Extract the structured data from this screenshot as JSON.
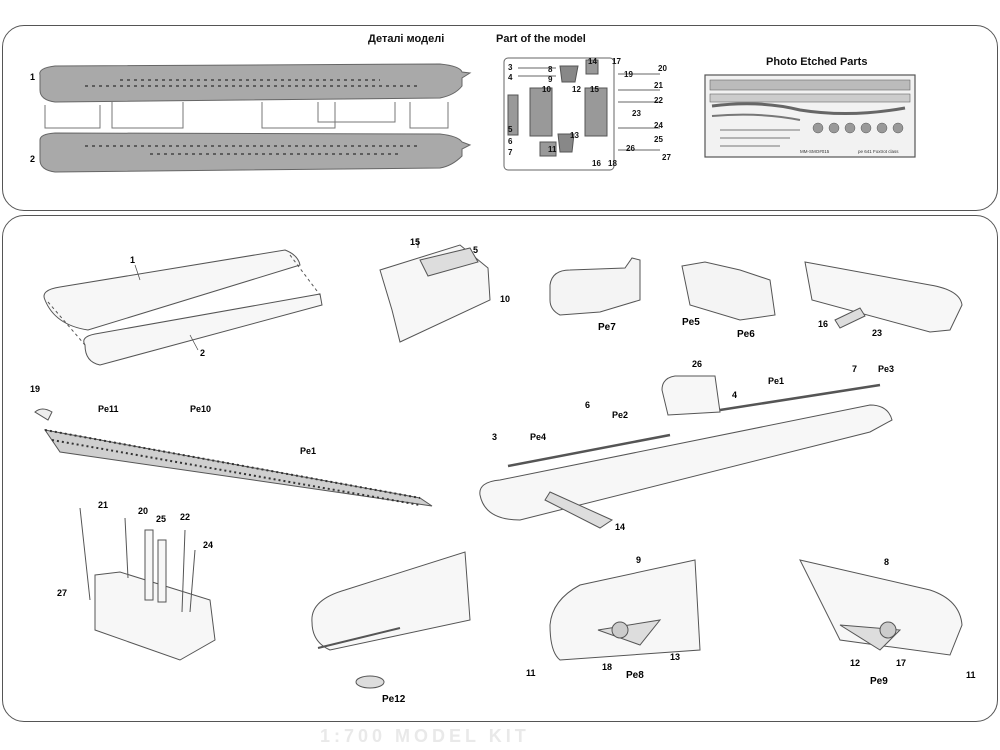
{
  "headers": {
    "ua": "Деталі моделі",
    "en": "Part of the model",
    "pe": "Photo Etched Parts"
  },
  "sprue_labels": [
    "3",
    "4",
    "5",
    "6",
    "7",
    "8",
    "9",
    "10",
    "11",
    "12",
    "13",
    "14",
    "15",
    "16",
    "17",
    "18",
    "19",
    "20",
    "21",
    "22",
    "23",
    "24",
    "25",
    "26",
    "27"
  ],
  "hull_labels": [
    "1",
    "2"
  ],
  "pe_fret_text": [
    "MM-SMO#015",
    "pe 641 Foxtrot class"
  ],
  "callouts": {
    "hull_assembly": [
      "1",
      "2"
    ],
    "sail_assembly": [
      "15",
      "5",
      "10"
    ],
    "pe_sail": [
      "Pe7",
      "Pe5",
      "Pe6"
    ],
    "bow_detail": [
      "16",
      "23"
    ],
    "deck_grating": [
      "19",
      "Pe11",
      "Pe10",
      "Pe1"
    ],
    "main_assembly": [
      "26",
      "7",
      "Pe3",
      "Pe1",
      "4",
      "6",
      "Pe2",
      "3",
      "Pe4",
      "14"
    ],
    "masts": [
      "21",
      "20",
      "25",
      "22",
      "24",
      "27"
    ],
    "stern_left": [
      "Pe12"
    ],
    "stern_mid": [
      "9",
      "11",
      "18",
      "Pe8",
      "13"
    ],
    "stern_right": [
      "8",
      "12",
      "Pe9",
      "17",
      "11"
    ]
  },
  "footer": "1:700 MODEL KIT"
}
